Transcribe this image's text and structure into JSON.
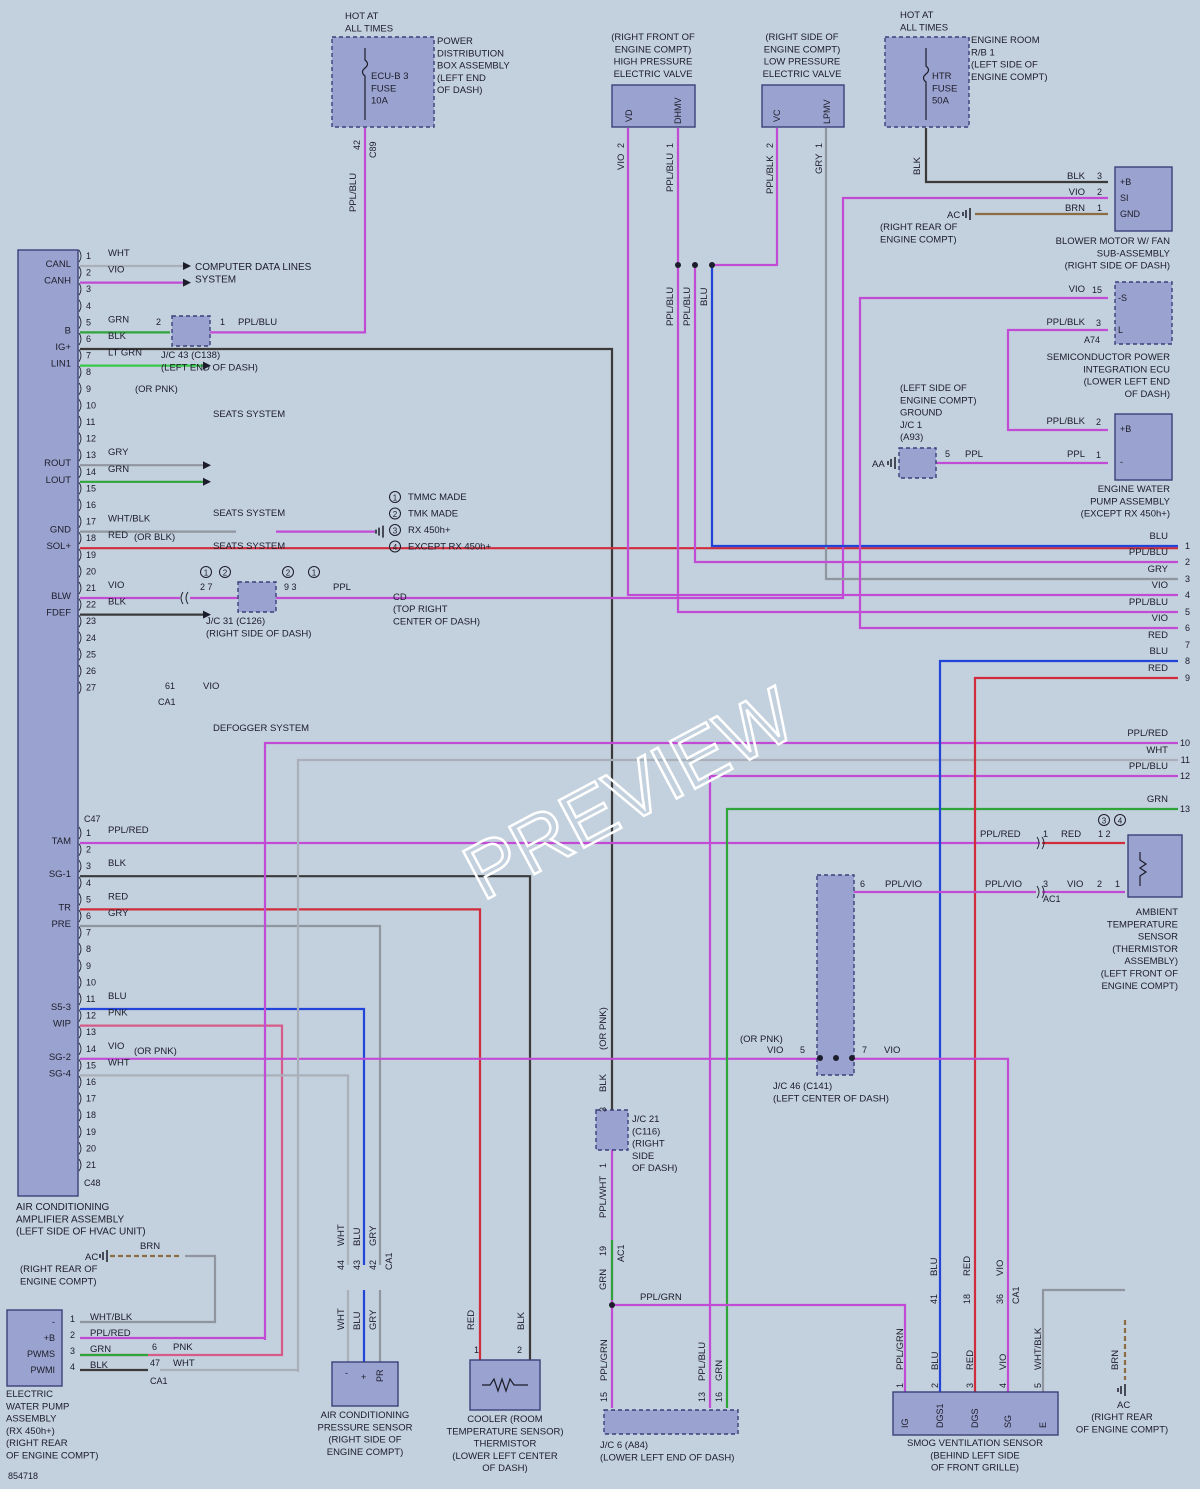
{
  "wire_colors": {
    "VIO": "#c24bd6",
    "PPL": "#c24bd6",
    "PPL/BLU": "#c24bd6",
    "PPL/BLK": "#c24bd6",
    "PPL/RED": "#c24bd6",
    "PPL/VIO": "#c24bd6",
    "PPL/GRN": "#c24bd6",
    "PPL/WHT": "#c24bd6",
    "BLU": "#2244d8",
    "RED": "#d02c3c",
    "GRY": "#8f96a0",
    "WHT": "#a9b0ba",
    "BLK": "#3a3a3a",
    "GRN": "#2fa43a",
    "LT GRN": "#39c94a",
    "BRN": "#8c6c42",
    "PNK": "#d75b88",
    "WHT/BLK": "#8f96a0"
  },
  "watermark": "PREVIEW",
  "figure_id": "854718",
  "amplifier": {
    "name": [
      "AIR CONDITIONING",
      "AMPLIFIER ASSEMBLY",
      "(LEFT SIDE OF HVAC UNIT)"
    ],
    "conn_c47": "C47",
    "conn_c48": "C48",
    "c47_pins": [
      {
        "n": "1",
        "sig": "CANL",
        "color": "WHT",
        "wire": "WHT"
      },
      {
        "n": "2",
        "sig": "CANH",
        "color": "VIO",
        "wire": "VIO"
      },
      {
        "n": "3",
        "sig": "",
        "color": "",
        "wire": ""
      },
      {
        "n": "4",
        "sig": "",
        "color": "",
        "wire": ""
      },
      {
        "n": "5",
        "sig": "B",
        "color": "GRN",
        "wire": "GRN"
      },
      {
        "n": "6",
        "sig": "IG+",
        "color": "BLK",
        "wire": "BLK"
      },
      {
        "n": "7",
        "sig": "LIN1",
        "color": "LT GRN",
        "wire": "LT GRN"
      },
      {
        "n": "8",
        "sig": "",
        "color": "",
        "wire": ""
      },
      {
        "n": "9",
        "sig": "",
        "color": "",
        "wire": ""
      },
      {
        "n": "10",
        "sig": "",
        "color": "",
        "wire": ""
      },
      {
        "n": "11",
        "sig": "",
        "color": "",
        "wire": ""
      },
      {
        "n": "12",
        "sig": "",
        "color": "",
        "wire": ""
      },
      {
        "n": "13",
        "sig": "ROUT",
        "color": "GRY",
        "wire": "GRY"
      },
      {
        "n": "14",
        "sig": "LOUT",
        "color": "GRN",
        "wire": "GRN"
      },
      {
        "n": "15",
        "sig": "",
        "color": "",
        "wire": ""
      },
      {
        "n": "16",
        "sig": "",
        "color": "",
        "wire": ""
      },
      {
        "n": "17",
        "sig": "GND",
        "color": "WHT/BLK",
        "wire": "WHT/BLK"
      },
      {
        "n": "18",
        "sig": "SOL+",
        "color": "RED",
        "wire": "RED"
      },
      {
        "n": "19",
        "sig": "",
        "color": "",
        "wire": ""
      },
      {
        "n": "20",
        "sig": "",
        "color": "",
        "wire": ""
      },
      {
        "n": "21",
        "sig": "BLW",
        "color": "VIO",
        "wire": "VIO"
      },
      {
        "n": "22",
        "sig": "FDEF",
        "color": "BLK",
        "wire": "BLK"
      },
      {
        "n": "23",
        "sig": "",
        "color": "",
        "wire": ""
      },
      {
        "n": "24",
        "sig": "",
        "color": "",
        "wire": ""
      },
      {
        "n": "25",
        "sig": "",
        "color": "",
        "wire": ""
      },
      {
        "n": "26",
        "sig": "",
        "color": "",
        "wire": ""
      },
      {
        "n": "27",
        "sig": "",
        "color": "",
        "wire": ""
      }
    ],
    "c48_pins": [
      {
        "n": "1",
        "sig": "TAM",
        "color": "PPL/RED",
        "wire": "PPL/RED"
      },
      {
        "n": "2",
        "sig": "",
        "color": "",
        "wire": ""
      },
      {
        "n": "3",
        "sig": "SG-1",
        "color": "BLK",
        "wire": "BLK"
      },
      {
        "n": "4",
        "sig": "",
        "color": "",
        "wire": ""
      },
      {
        "n": "5",
        "sig": "TR",
        "color": "RED",
        "wire": "RED"
      },
      {
        "n": "6",
        "sig": "PRE",
        "color": "GRY",
        "wire": "GRY"
      },
      {
        "n": "7",
        "sig": "",
        "color": "",
        "wire": ""
      },
      {
        "n": "8",
        "sig": "",
        "color": "",
        "wire": ""
      },
      {
        "n": "9",
        "sig": "",
        "color": "",
        "wire": ""
      },
      {
        "n": "10",
        "sig": "",
        "color": "",
        "wire": ""
      },
      {
        "n": "11",
        "sig": "S5-3",
        "color": "BLU",
        "wire": "BLU"
      },
      {
        "n": "12",
        "sig": "WIP",
        "color": "PNK",
        "wire": "PNK"
      },
      {
        "n": "13",
        "sig": "",
        "color": "",
        "wire": ""
      },
      {
        "n": "14",
        "sig": "SG-2",
        "color": "VIO",
        "wire": "VIO"
      },
      {
        "n": "15",
        "sig": "SG-4",
        "color": "WHT",
        "wire": "WHT"
      },
      {
        "n": "16",
        "sig": "",
        "color": "",
        "wire": ""
      },
      {
        "n": "17",
        "sig": "",
        "color": "",
        "wire": ""
      },
      {
        "n": "18",
        "sig": "",
        "color": "",
        "wire": ""
      },
      {
        "n": "19",
        "sig": "",
        "color": "",
        "wire": ""
      },
      {
        "n": "20",
        "sig": "",
        "color": "",
        "wire": ""
      },
      {
        "n": "21",
        "sig": "",
        "color": "",
        "wire": ""
      }
    ],
    "or_pnk_6": "(OR PNK)",
    "or_blk_14": "(OR BLK)",
    "or_pnk_c48_14": "(OR PNK)"
  },
  "dest_labels": {
    "computer_data": [
      "COMPUTER DATA LINES",
      "SYSTEM"
    ],
    "seats_1": "SEATS SYSTEM",
    "seats_2": "SEATS SYSTEM",
    "seats_3": "SEATS SYSTEM",
    "defogger": "DEFOGGER SYSTEM"
  },
  "jc43": {
    "name": [
      "J/C 43 (C138)",
      "(LEFT END OF DASH)"
    ],
    "pin_in": "2",
    "pin_out": "1",
    "wire_out": "PPL/BLU"
  },
  "jc31": {
    "name": [
      "J/C 31 (C126)",
      "(RIGHT SIDE OF DASH)"
    ],
    "pins_left": "2   7",
    "pins_right": "9   3",
    "marks_left": [
      "1",
      "2"
    ],
    "marks_right": [
      "2",
      "1"
    ],
    "wire_out": "PPL"
  },
  "cd_ground": {
    "label": "CD",
    "loc": [
      "(TOP RIGHT",
      "CENTER OF DASH)"
    ]
  },
  "legend": [
    {
      "n": "1",
      "text": "TMMC MADE"
    },
    {
      "n": "2",
      "text": "TMK MADE"
    },
    {
      "n": "3",
      "text": "RX 450h+"
    },
    {
      "n": "4",
      "text": "EXCEPT RX 450h+"
    }
  ],
  "fuse_ecu": {
    "hot": [
      "HOT AT",
      "ALL TIMES"
    ],
    "fuse": [
      "ECU-B 3",
      "FUSE",
      "10A"
    ],
    "box": [
      "POWER",
      "DISTRIBUTION",
      "BOX ASSEMBLY",
      "(LEFT END",
      "OF DASH)"
    ],
    "pin": "42",
    "conn": "C89",
    "wire": "PPL/BLU"
  },
  "fuse_htr": {
    "hot": [
      "HOT AT",
      "ALL TIMES"
    ],
    "fuse": [
      "HTR",
      "FUSE",
      "50A"
    ],
    "box": [
      "ENGINE ROOM",
      "R/B 1",
      "(LEFT SIDE OF",
      "ENGINE COMPT)"
    ],
    "wire": "BLK"
  },
  "hp_valve": {
    "name": [
      "(RIGHT FRONT OF",
      "ENGINE COMPT)",
      "HIGH PRESSURE",
      "ELECTRIC VALVE"
    ],
    "pins": [
      {
        "sig": "VD",
        "n": "2",
        "wire": "VIO"
      },
      {
        "sig": "DHMV",
        "n": "1",
        "wire": "PPL/BLU"
      }
    ]
  },
  "lp_valve": {
    "name": [
      "(RIGHT SIDE OF",
      "ENGINE COMPT)",
      "LOW PRESSURE",
      "ELECTRIC VALVE"
    ],
    "pins": [
      {
        "sig": "VC",
        "n": "2",
        "wire": "PPL/BLK"
      },
      {
        "sig": "LPMV",
        "n": "1",
        "wire": "GRY"
      }
    ]
  },
  "blower": {
    "name": [
      "BLOWER MOTOR W/ FAN",
      "SUB-ASSEMBLY",
      "(RIGHT SIDE OF DASH)"
    ],
    "pins": [
      {
        "sig": "+B",
        "n": "3",
        "wire": "BLK"
      },
      {
        "sig": "SI",
        "n": "2",
        "wire": "VIO"
      },
      {
        "sig": "GND",
        "n": "1",
        "wire": "BRN"
      }
    ],
    "ground": "AC",
    "ground_loc": [
      "(RIGHT REAR OF",
      "ENGINE COMPT)"
    ]
  },
  "spi_ecu": {
    "name": [
      "SEMICONDUCTOR POWER",
      "INTEGRATION ECU",
      "(LOWER LEFT END",
      "OF DASH)"
    ],
    "conn": "A74",
    "pins": [
      {
        "sig": "-S",
        "n": "15",
        "wire": "VIO"
      },
      {
        "sig": "L",
        "n": "3",
        "wire": "PPL/BLK"
      }
    ]
  },
  "eng_pump": {
    "name": [
      "ENGINE WATER",
      "PUMP ASSEMBLY",
      "(EXCEPT RX 450h+)"
    ],
    "pins": [
      {
        "sig": "+B",
        "n": "2",
        "wire": "PPL/BLK"
      },
      {
        "sig": "-",
        "n": "1",
        "wire": "PPL"
      }
    ]
  },
  "jc1": {
    "name": [
      "(LEFT SIDE OF",
      "ENGINE COMPT)",
      "GROUND",
      "J/C 1",
      "(A93)"
    ],
    "ground": "AA",
    "pin": "5",
    "wire": "PPL"
  },
  "right_lines": [
    {
      "n": "1",
      "wire": "BLU"
    },
    {
      "n": "2",
      "wire": "PPL/BLU"
    },
    {
      "n": "3",
      "wire": "GRY"
    },
    {
      "n": "4",
      "wire": "VIO"
    },
    {
      "n": "5",
      "wire": "PPL/BLU"
    },
    {
      "n": "6",
      "wire": "VIO"
    },
    {
      "n": "7",
      "wire": "RED"
    },
    {
      "n": "8",
      "wire": "BLU"
    },
    {
      "n": "9",
      "wire": "RED"
    },
    {
      "n": "10",
      "wire": "PPL/RED"
    },
    {
      "n": "11",
      "wire": "WHT"
    },
    {
      "n": "12",
      "wire": "PPL/BLU"
    },
    {
      "n": "13",
      "wire": "GRN"
    }
  ],
  "ca1_mid": {
    "pin": "61",
    "conn": "CA1",
    "wire_left": "VIO",
    "wire_right": "VIO"
  },
  "ambient": {
    "name": [
      "AMBIENT",
      "TEMPERATURE",
      "SENSOR",
      "(THERMISTOR",
      "ASSEMBLY)",
      "(LEFT FRONT OF",
      "ENGINE COMPT)"
    ],
    "marks": [
      "3",
      "4"
    ],
    "row1": {
      "wire_in": "PPL/RED",
      "pin_in": "1",
      "wire_out": "RED",
      "pins": "1   2"
    },
    "row2": {
      "wire_in": "PPL/VIO",
      "pin_in": "3",
      "wire_out": "VIO",
      "pin_out": "2",
      "pin_out2": "1"
    },
    "conn": "AC1"
  },
  "jc46": {
    "name": [
      "J/C 46 (C141)",
      "(LEFT CENTER OF DASH)"
    ],
    "pin_top": "6",
    "wire_top": "PPL/VIO",
    "pin_l": "5",
    "pin_r": "7",
    "wire_l": "VIO",
    "wire_r": "VIO",
    "or_pnk": "(OR PNK)"
  },
  "jc21": {
    "name": [
      "J/C 21",
      "(C116)",
      "(RIGHT",
      "SIDE",
      "OF DASH)"
    ],
    "pin_top": "3",
    "pin_bot": "1",
    "wire_top": "BLK",
    "or_pnk": "(OR PNK)",
    "wire_bot": "PPL/WHT"
  },
  "ac1_mid": {
    "pin": "19",
    "conn": "AC1",
    "wire": "GRN"
  },
  "jc6": {
    "name": [
      "J/C 6 (A84)",
      "(LOWER LEFT END OF DASH)"
    ],
    "pins": [
      "15",
      "13",
      "16"
    ],
    "wires": [
      "PPL/GRN",
      "PPL/BLU",
      "GRN"
    ],
    "wire_top": "PPL/GRN"
  },
  "ac_pressure": {
    "name": [
      "AIR CONDITIONING",
      "PRESSURE SENSOR",
      "(RIGHT SIDE OF",
      "ENGINE COMPT)"
    ],
    "ca1_pins": [
      "44",
      "43",
      "42"
    ],
    "conn": "CA1",
    "wires": [
      "WHT",
      "BLU",
      "GRY"
    ],
    "pins": [
      "-",
      "+",
      "PR"
    ]
  },
  "cooler": {
    "name": [
      "COOLER (ROOM",
      "TEMPERATURE SENSOR)",
      "THERMISTOR",
      "(LOWER LEFT CENTER",
      "OF DASH)"
    ],
    "pins": [
      "1",
      "2"
    ],
    "wires": [
      "RED",
      "BLK"
    ]
  },
  "smog": {
    "name": [
      "SMOG VENTILATION SENSOR",
      "(BEHIND LEFT SIDE",
      "OF FRONT GRILLE)"
    ],
    "pins": [
      {
        "sig": "IG",
        "n": "1",
        "wire": "PPL/GRN"
      },
      {
        "sig": "DGS1",
        "n": "2",
        "wire": "BLU"
      },
      {
        "sig": "DGS",
        "n": "3",
        "wire": "RED"
      },
      {
        "sig": "SG",
        "n": "4",
        "wire": "VIO"
      },
      {
        "sig": "E",
        "n": "5",
        "wire": "WHT/BLK"
      }
    ],
    "ca1_pins": [
      "41",
      "18",
      "36"
    ],
    "conn": "CA1",
    "wire_top": "PPL/GRN"
  },
  "ac_ground_br": {
    "label": "AC",
    "wire": "BRN",
    "loc": [
      "(RIGHT REAR",
      "OF ENGINE COMPT)"
    ]
  },
  "ewp": {
    "name": [
      "ELECTRIC",
      "WATER PUMP",
      "ASSEMBLY",
      "(RX 450h+)",
      "(RIGHT REAR",
      "OF ENGINE COMPT)"
    ],
    "sigs": [
      "-",
      "+B",
      "PWMS",
      "PWMI"
    ],
    "pins": [
      {
        "n": "1",
        "wire": "WHT/BLK"
      },
      {
        "n": "2",
        "wire": "PPL/RED"
      },
      {
        "n": "3",
        "wire": "GRN"
      },
      {
        "n": "4",
        "wire": "BLK"
      }
    ],
    "ca1": {
      "p6": "6",
      "p47": "47",
      "w6": "PNK",
      "w47": "WHT",
      "conn": "CA1"
    },
    "ground": "AC",
    "ground_wire": "BRN",
    "ground_loc": [
      "(RIGHT REAR OF",
      "ENGINE COMPT)"
    ]
  }
}
